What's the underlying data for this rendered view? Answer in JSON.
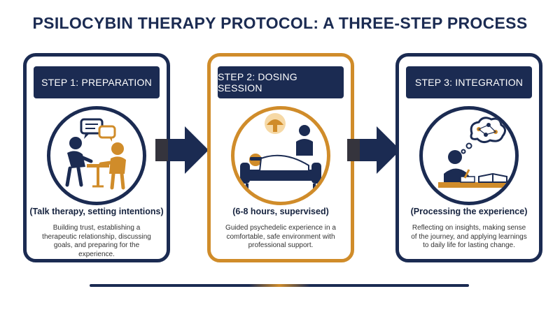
{
  "title": "PSILOCYBIN THERAPY PROTOCOL: A THREE-STEP PROCESS",
  "steps": [
    {
      "heading": "STEP 1: PREPARATION",
      "subtitle": "(Talk therapy, setting intentions)",
      "description": "Building trust, establishing a therapeutic relationship, discussing goals, and preparing for the experience.",
      "icon": "conversation-icon"
    },
    {
      "heading": "STEP 2: DOSING SESSION",
      "subtitle": "(6-8 hours, supervised)",
      "description": "Guided psychedelic experience in a comfortable, safe environment with professional support.",
      "icon": "mushroom-session-icon"
    },
    {
      "heading": "STEP 3: INTEGRATION",
      "subtitle": "(Processing the experience)",
      "description": "Reflecting on insights, making sense of the journey, and applying learnings to daily life for lasting change.",
      "icon": "reflection-writing-icon"
    }
  ],
  "colors": {
    "navy": "#1b2b52",
    "gold": "#d08c2a",
    "background": "#ffffff"
  }
}
